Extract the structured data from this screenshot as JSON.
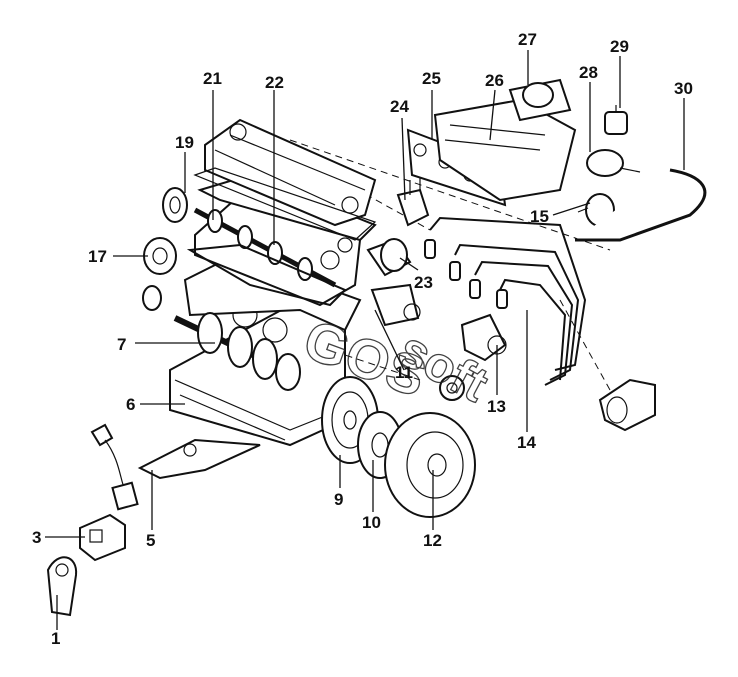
{
  "callouts": [
    {
      "id": "1",
      "label": "1"
    },
    {
      "id": "3",
      "label": "3"
    },
    {
      "id": "5",
      "label": "5"
    },
    {
      "id": "6",
      "label": "6"
    },
    {
      "id": "7",
      "label": "7"
    },
    {
      "id": "9",
      "label": "9"
    },
    {
      "id": "10",
      "label": "10"
    },
    {
      "id": "11",
      "label": "11"
    },
    {
      "id": "12",
      "label": "12"
    },
    {
      "id": "13",
      "label": "13"
    },
    {
      "id": "14",
      "label": "14"
    },
    {
      "id": "15",
      "label": "15"
    },
    {
      "id": "17",
      "label": "17"
    },
    {
      "id": "19",
      "label": "19"
    },
    {
      "id": "21",
      "label": "21"
    },
    {
      "id": "22",
      "label": "22"
    },
    {
      "id": "23",
      "label": "23"
    },
    {
      "id": "24",
      "label": "24"
    },
    {
      "id": "25",
      "label": "25"
    },
    {
      "id": "26",
      "label": "26"
    },
    {
      "id": "27",
      "label": "27"
    },
    {
      "id": "28",
      "label": "28"
    },
    {
      "id": "29",
      "label": "29"
    },
    {
      "id": "30",
      "label": "30"
    }
  ],
  "watermark": {
    "line1": "GOS",
    "line2": "soft"
  }
}
